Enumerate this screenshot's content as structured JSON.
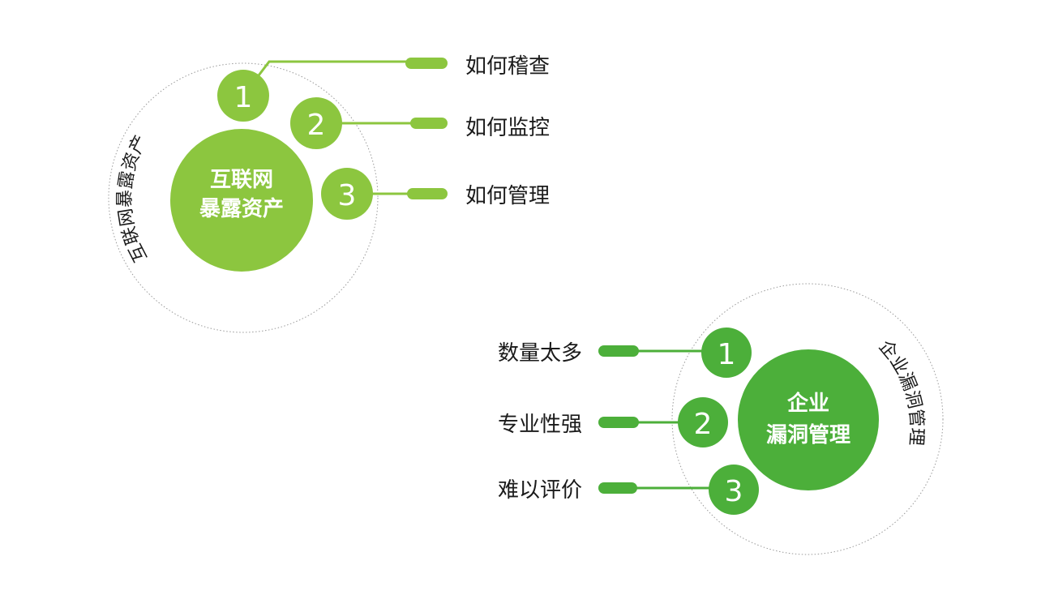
{
  "colors": {
    "light_green": "#8cc63f",
    "dark_green": "#4caf3a",
    "text": "#1a1a1a",
    "ring": "#9a9a9a",
    "white": "#ffffff"
  },
  "top_cluster": {
    "ring_label": "互联网暴露资产",
    "center_line1": "互联网",
    "center_line2": "暴露资产",
    "nodes": [
      {
        "number": "1",
        "label": "如何稽查"
      },
      {
        "number": "2",
        "label": "如何监控"
      },
      {
        "number": "3",
        "label": "如何管理"
      }
    ]
  },
  "bottom_cluster": {
    "ring_label": "企业漏洞管理",
    "center_line1": "企业",
    "center_line2": "漏洞管理",
    "nodes": [
      {
        "number": "1",
        "label": "数量太多"
      },
      {
        "number": "2",
        "label": "专业性强"
      },
      {
        "number": "3",
        "label": "难以评价"
      }
    ]
  }
}
